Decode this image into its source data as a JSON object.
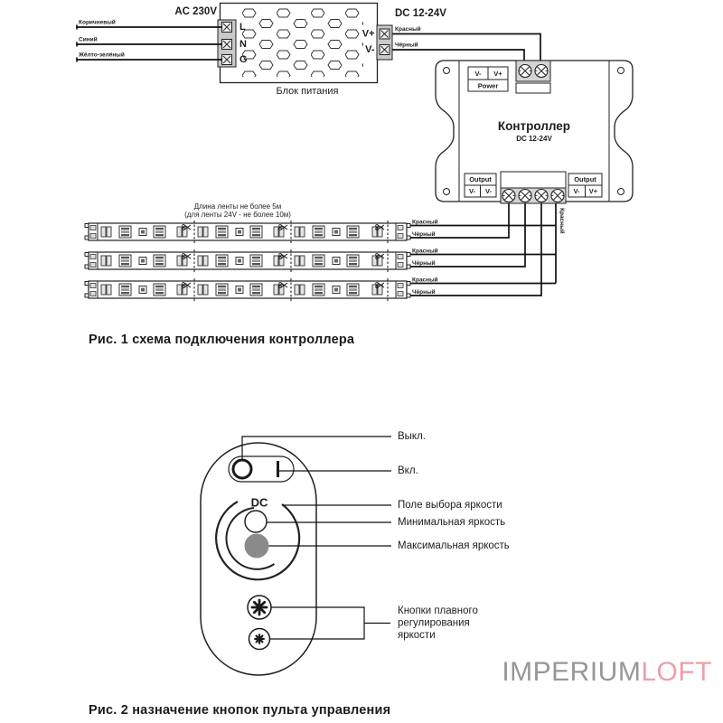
{
  "fig1": {
    "caption": "Рис. 1 схема подключения контроллера",
    "psu": {
      "label": "Блок питания",
      "input_voltage": "AC 230V",
      "output_voltage": "DC 12-24V",
      "terminal_l": "L",
      "terminal_n": "N",
      "terminal_g": "G",
      "terminal_vplus": "V+",
      "terminal_vminus": "V-",
      "wire_brown": "Коричневый",
      "wire_blue": "Синий",
      "wire_yellow_green": "Жёлто-зелёный",
      "wire_red": "Красный",
      "wire_black": "Чёрный"
    },
    "controller": {
      "name": "Контроллер",
      "voltage": "DC 12-24V",
      "power_label": "Power",
      "power_vminus": "V-",
      "power_vplus": "V+",
      "output_label": "Output",
      "out_left_1": "V-",
      "out_left_2": "V-",
      "out_right_1": "V-",
      "out_right_2": "V+",
      "bus_wire_label": "Красный"
    },
    "strips": {
      "note_line1": "Длина ленты не более 5м",
      "note_line2": "(для ленты 24V - не более 10м)",
      "rows": [
        {
          "red": "Красный",
          "black": "Чёрный"
        },
        {
          "red": "Красный",
          "black": "Чёрный"
        },
        {
          "red": "Красный",
          "black": "Чёрный"
        }
      ]
    }
  },
  "fig2": {
    "caption": "Рис. 2 назначение кнопок пульта управления",
    "remote": {
      "dc_label": "DC",
      "off_symbol": "O",
      "on_symbol": "I"
    },
    "labels": {
      "off": "Выкл.",
      "on": "Вкл.",
      "brightness_field": "Поле выбора яркости",
      "min_brightness": "Минимальная яркость",
      "max_brightness": "Максимальная яркость",
      "smooth_buttons": [
        "Кнопки плавного",
        "регулирования",
        "яркости"
      ]
    }
  },
  "watermark": {
    "part1": "IMPERIUM",
    "part2": "LOFT",
    "color_gray": "#97979b",
    "color_pink": "#ef9ea8"
  }
}
